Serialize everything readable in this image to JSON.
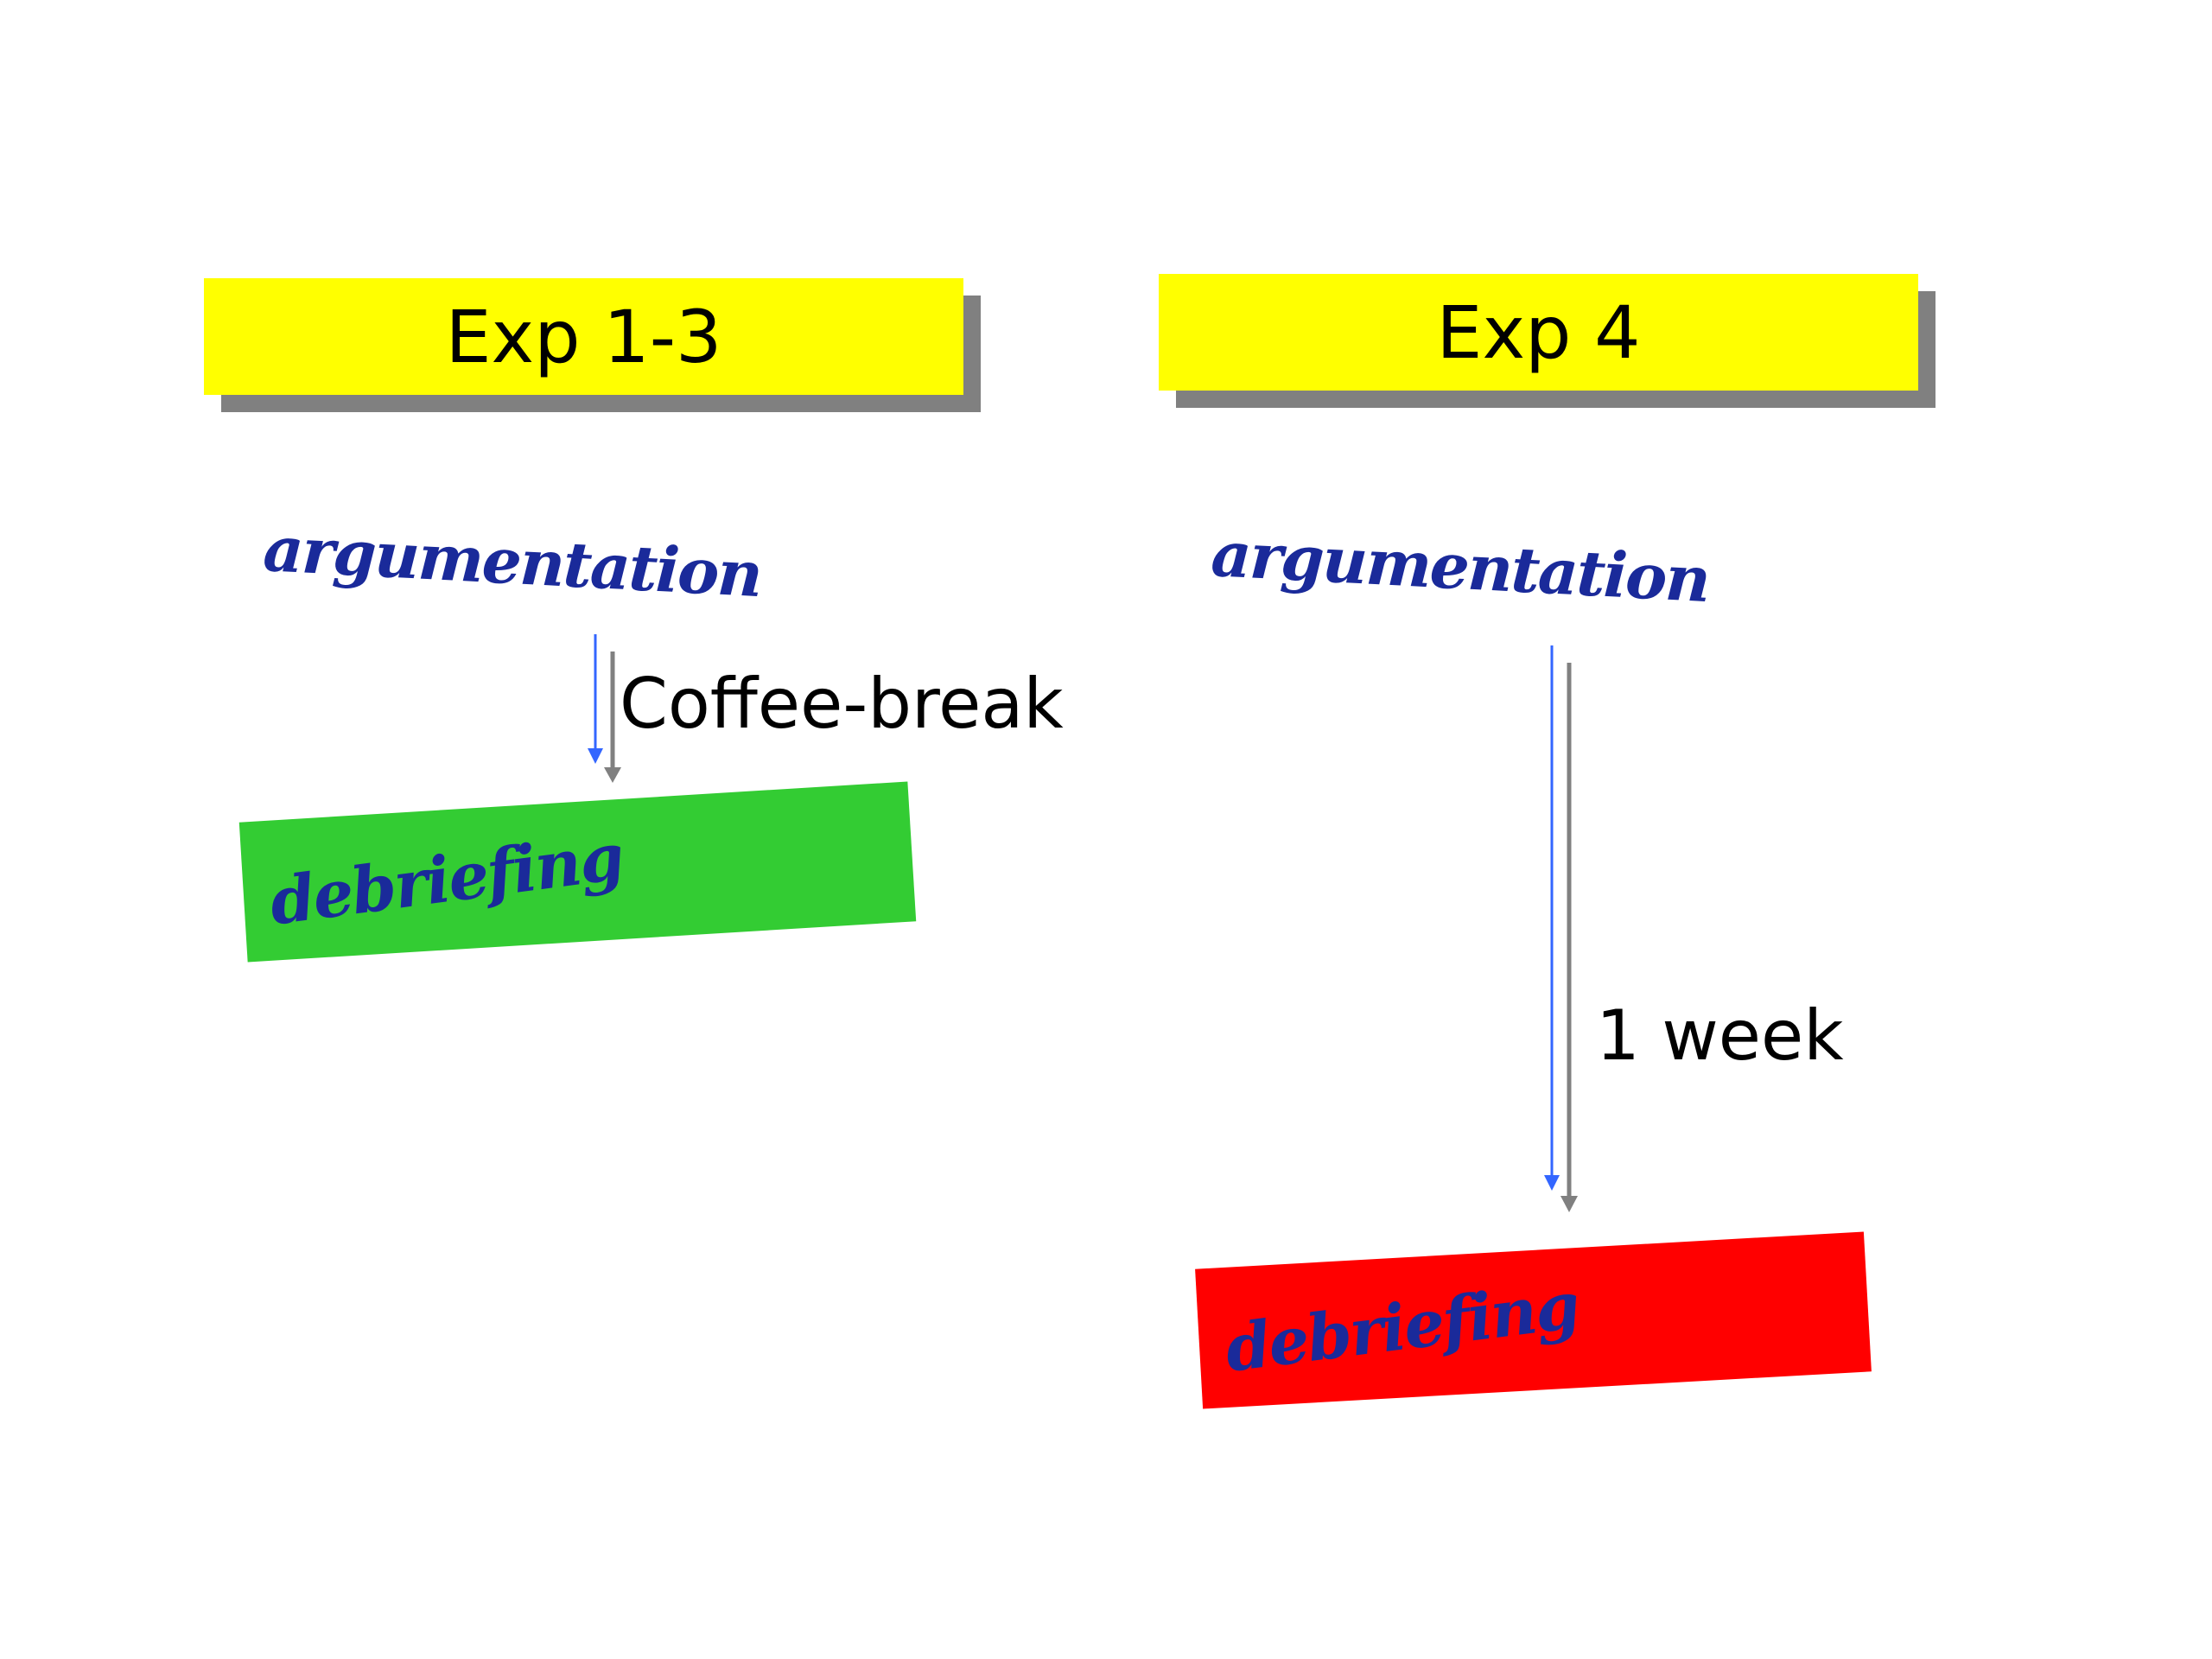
{
  "left": {
    "title": "Exp 1-3",
    "start": "argumentation",
    "interval": "Coffee-break",
    "end": "debriefing",
    "end_color": "#33cc33"
  },
  "right": {
    "title": "Exp 4",
    "start": "argumentation",
    "interval": "1 week",
    "end": "debriefing",
    "end_color": "#ff0000"
  },
  "colors": {
    "title_bg": "#ffff00",
    "shadow": "#808080",
    "script_text": "#1a2a9a",
    "arrow_blue": "#3366ff",
    "arrow_gray": "#808080"
  }
}
